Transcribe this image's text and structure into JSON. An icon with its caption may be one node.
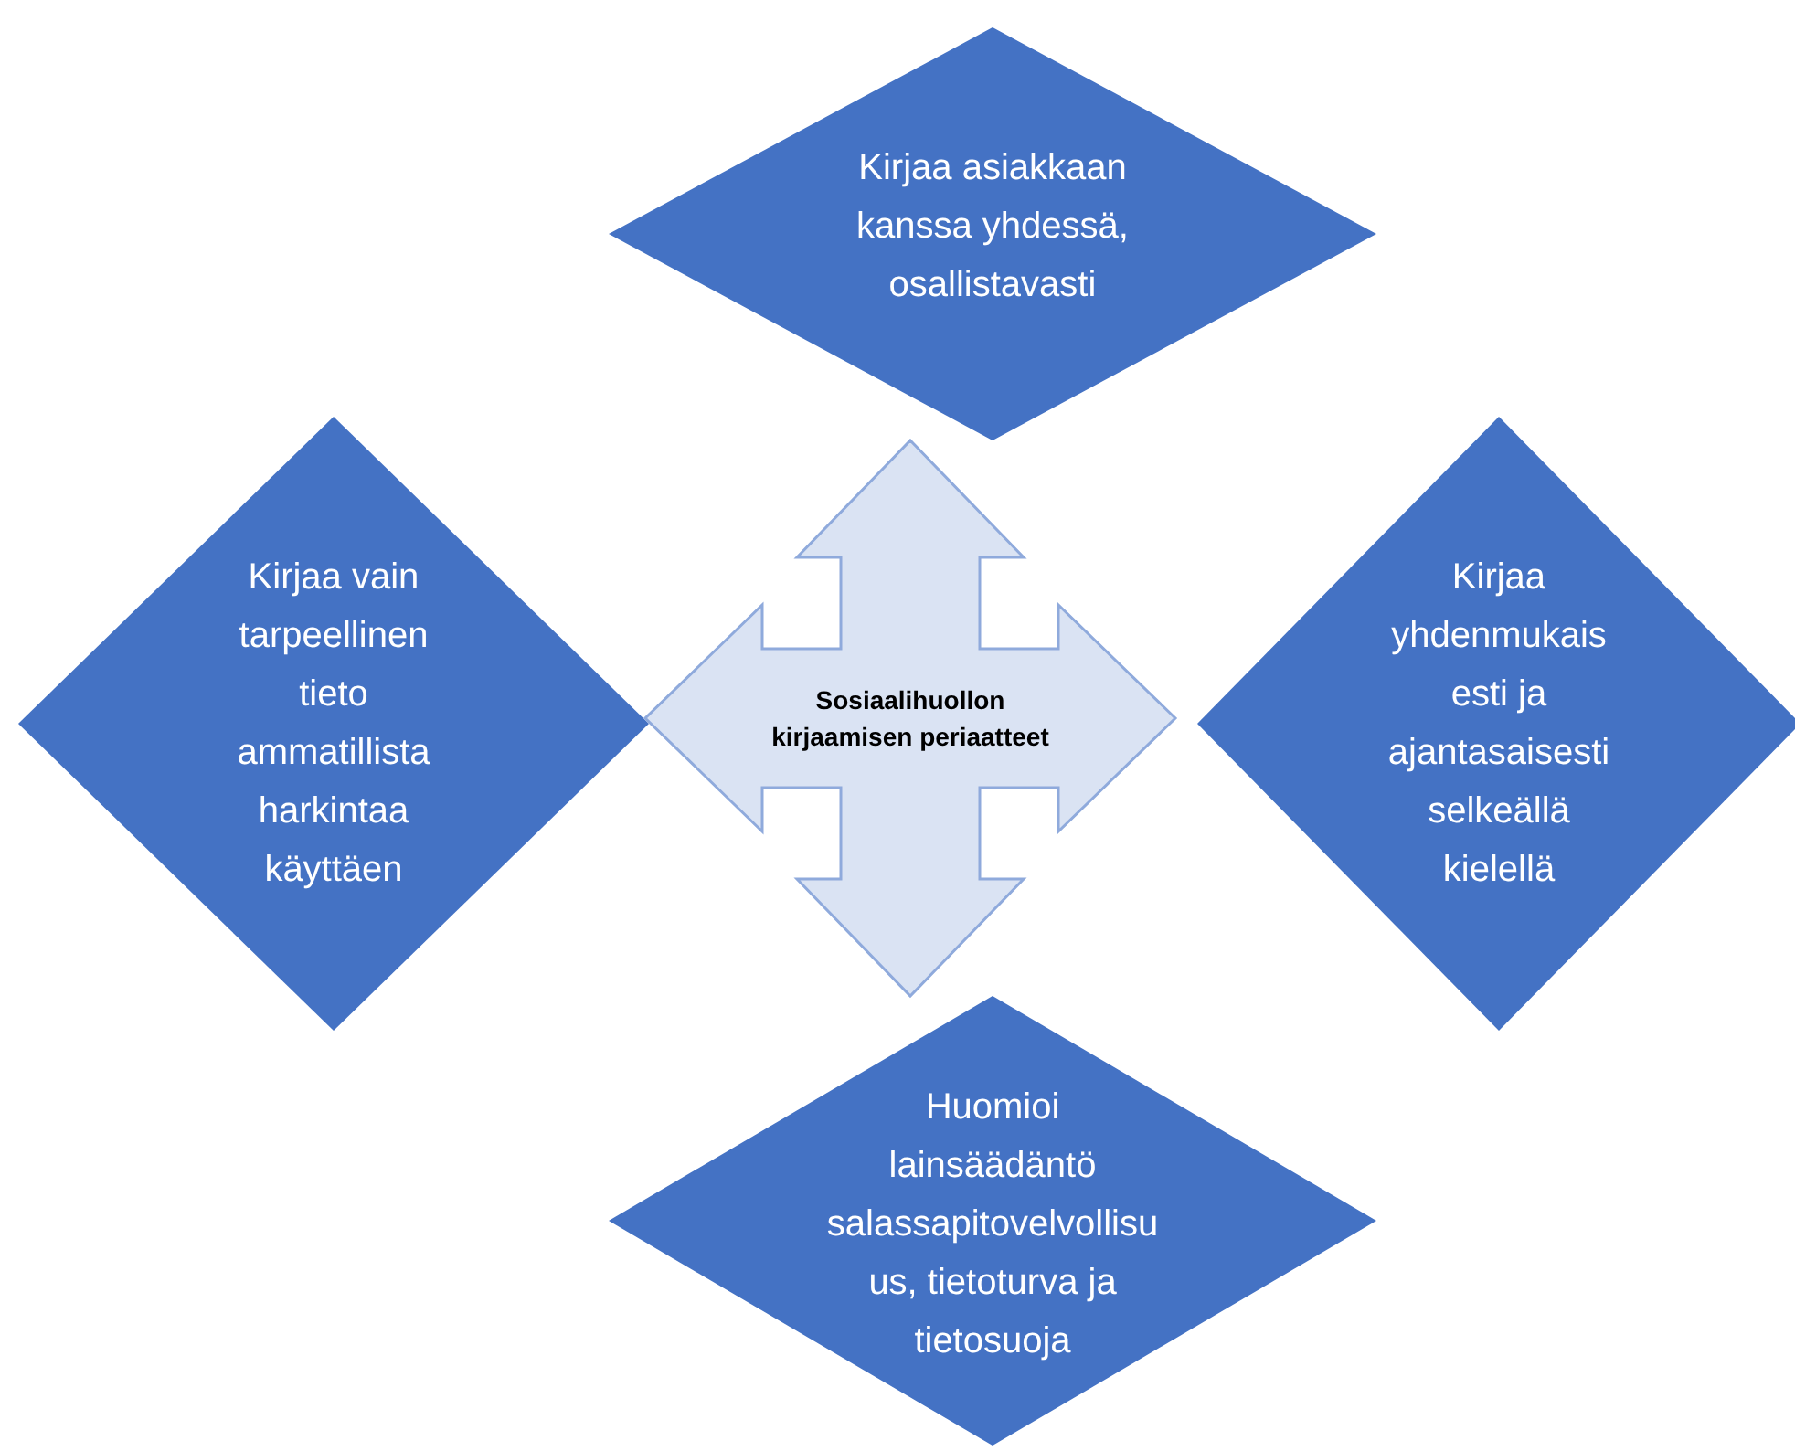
{
  "diagram": {
    "nodes": [
      {
        "text": [
          "Kirjaa asiakkaan kanssa yhdessä, osallistavasti"
        ]
      },
      {
        "text": [
          "Kirjaa vain tarpeellinen tieto ammatillista harkintaa käyttäen"
        ]
      },
      {
        "text": [
          "Sosiaalihuollon kirjaamisen periaatteet"
        ]
      },
      {
        "text": [
          "Kirjaa yhdenmukaisesti ja ajantasaisesti selkeällä kielellä"
        ]
      },
      {
        "text": [
          "Huomioi lainsäädäntö salassapitovelvollisuus, tietoturva ja tietosuoja"
        ]
      }
    ]
  }
}
